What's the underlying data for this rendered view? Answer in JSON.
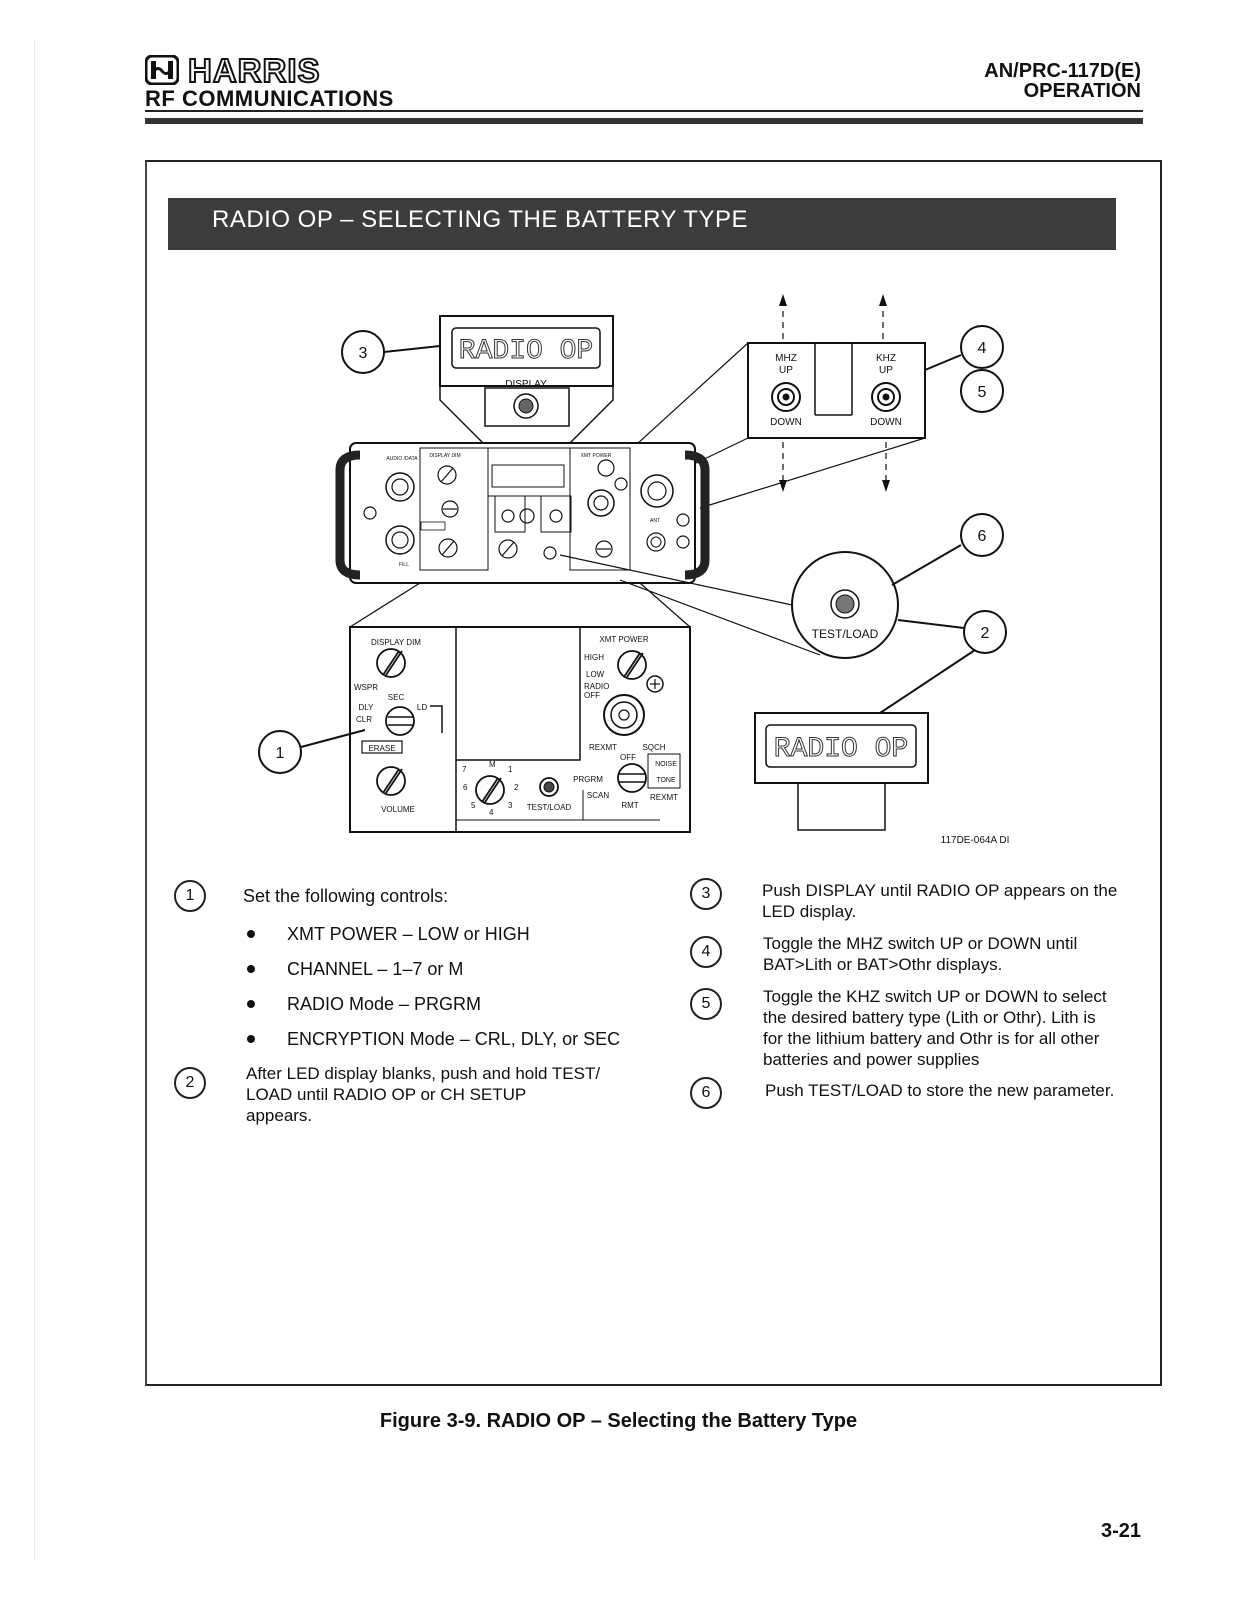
{
  "header": {
    "brand": "HARRIS",
    "subbrand": "RF COMMUNICATIONS",
    "model": "AN/PRC-117D(E)",
    "section": "OPERATION"
  },
  "banner": {
    "title": "RADIO OP – SELECTING THE BATTERY TYPE"
  },
  "diagram": {
    "display_top": "RADIO OP",
    "display_bottom": "RADIO OP",
    "display_label": "DISPLAY",
    "mhz_label": "MHZ",
    "khz_label": "KHZ",
    "up": "UP",
    "down": "DOWN",
    "test_load": "TEST/LOAD",
    "callouts": [
      "1",
      "2",
      "3",
      "4",
      "5",
      "6"
    ],
    "ref_code": "117DE-064A DI",
    "panel": {
      "display_dim": "DISPLAY DIM",
      "wspr": "WSPR",
      "sec": "SEC",
      "dly": "DLY",
      "clr": "CLR",
      "ld": "LD",
      "erase": "ERASE",
      "volume": "VOLUME",
      "xmt_power": "XMT POWER",
      "high": "HIGH",
      "low": "LOW",
      "radio": "RADIO",
      "off": "OFF",
      "rexmt": "REXMT",
      "sqch": "SQCH",
      "noise": "NOISE",
      "tone": "TONE",
      "prgrm": "PRGRM",
      "scan": "SCAN",
      "rmt": "RMT",
      "m": "M",
      "ch_nums": [
        "7",
        "1",
        "6",
        "2",
        "5",
        "4",
        "3"
      ],
      "audio_data": "AUDIO /DATA",
      "fill": "FILL",
      "ant": "ANT"
    }
  },
  "steps_left": [
    {
      "num": "1",
      "text": "Set the following controls:",
      "bullets": [
        "XMT POWER – LOW or HIGH",
        "CHANNEL – 1–7 or M",
        "RADIO Mode – PRGRM",
        "ENCRYPTION Mode – CRL, DLY, or SEC"
      ]
    },
    {
      "num": "2",
      "lines": [
        "After LED display blanks, push and hold TEST/",
        "LOAD until RADIO OP or CH SETUP",
        "appears."
      ]
    }
  ],
  "steps_right": [
    {
      "num": "3",
      "lines": [
        "Push DISPLAY until RADIO OP appears on the",
        "LED display."
      ]
    },
    {
      "num": "4",
      "lines": [
        "Toggle the MHZ switch UP or DOWN until",
        "BAT>Lith or BAT>Othr  displays."
      ]
    },
    {
      "num": "5",
      "lines": [
        "Toggle the KHZ switch UP or DOWN to select",
        "the desired battery type (Lith or Othr).  Lith is",
        "for the lithium battery and Othr is for all other",
        "batteries and power supplies"
      ]
    },
    {
      "num": "6",
      "lines": [
        "Push TEST/LOAD to store the new parameter."
      ]
    }
  ],
  "caption": "Figure 3-9.  RADIO OP – Selecting the Battery Type",
  "page_number": "3-21"
}
